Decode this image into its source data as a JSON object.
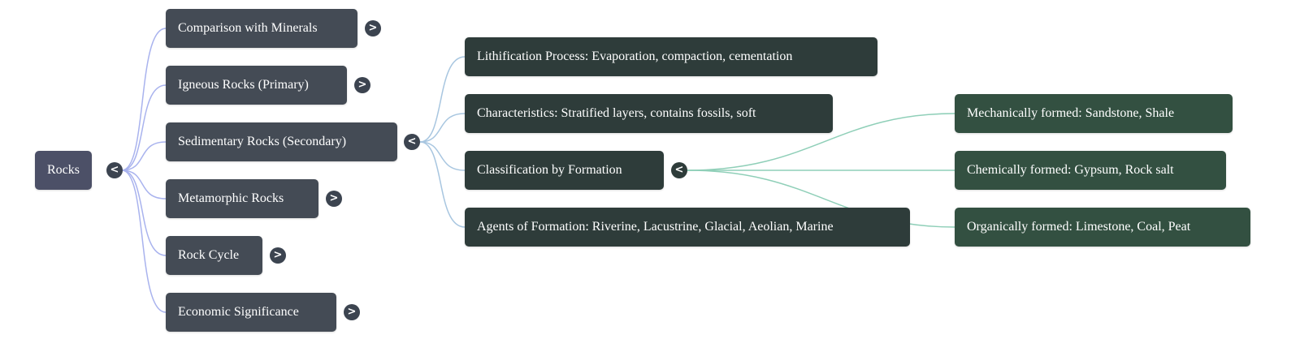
{
  "root": {
    "label": "Rocks",
    "toggle": "<"
  },
  "branches": [
    {
      "label": "Comparison with Minerals",
      "toggle": ">"
    },
    {
      "label": "Igneous Rocks (Primary)",
      "toggle": ">"
    },
    {
      "label": "Sedimentary Rocks (Secondary)",
      "toggle": "<"
    },
    {
      "label": "Metamorphic Rocks",
      "toggle": ">"
    },
    {
      "label": "Rock Cycle",
      "toggle": ">"
    },
    {
      "label": "Economic Significance",
      "toggle": ">"
    }
  ],
  "sedimentary_children": [
    {
      "label": "Lithification Process: Evaporation, compaction, cementation"
    },
    {
      "label": "Characteristics: Stratified layers, contains fossils, soft"
    },
    {
      "label": "Classification by Formation",
      "toggle": "<"
    },
    {
      "label": "Agents of Formation: Riverine, Lacustrine, Glacial, Aeolian, Marine"
    }
  ],
  "classification_children": [
    {
      "label": "Mechanically formed: Sandstone, Shale"
    },
    {
      "label": "Chemically formed: Gypsum, Rock salt"
    },
    {
      "label": "Organically formed: Limestone, Coal, Peat"
    }
  ],
  "colors": {
    "root_node": "#4c5067",
    "level1_node": "#444b55",
    "level2_node": "#2e3c3a",
    "level3_node": "#335041",
    "root_links": "#a9b3ee",
    "level2_links": "#a8c6e0",
    "level3_links": "#8fcfb8"
  }
}
